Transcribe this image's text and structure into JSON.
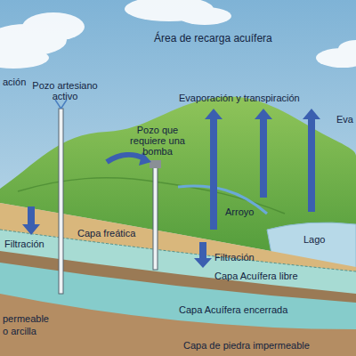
{
  "diagram": {
    "labels": [
      "ación",
      "Área de recarga acuífera",
      "Pozo artesiano activo",
      "Pozo que requiere una bomba",
      "Evaporación y transpiración",
      "Eva",
      "Arroyo",
      "Lago",
      "Filtración",
      "Capa freática",
      "Filtración",
      "Capa Acuífera libre",
      "Capa Acuífera encerrada",
      "permeable",
      "o arcilla",
      "Capa de piedra impermeable"
    ]
  }
}
